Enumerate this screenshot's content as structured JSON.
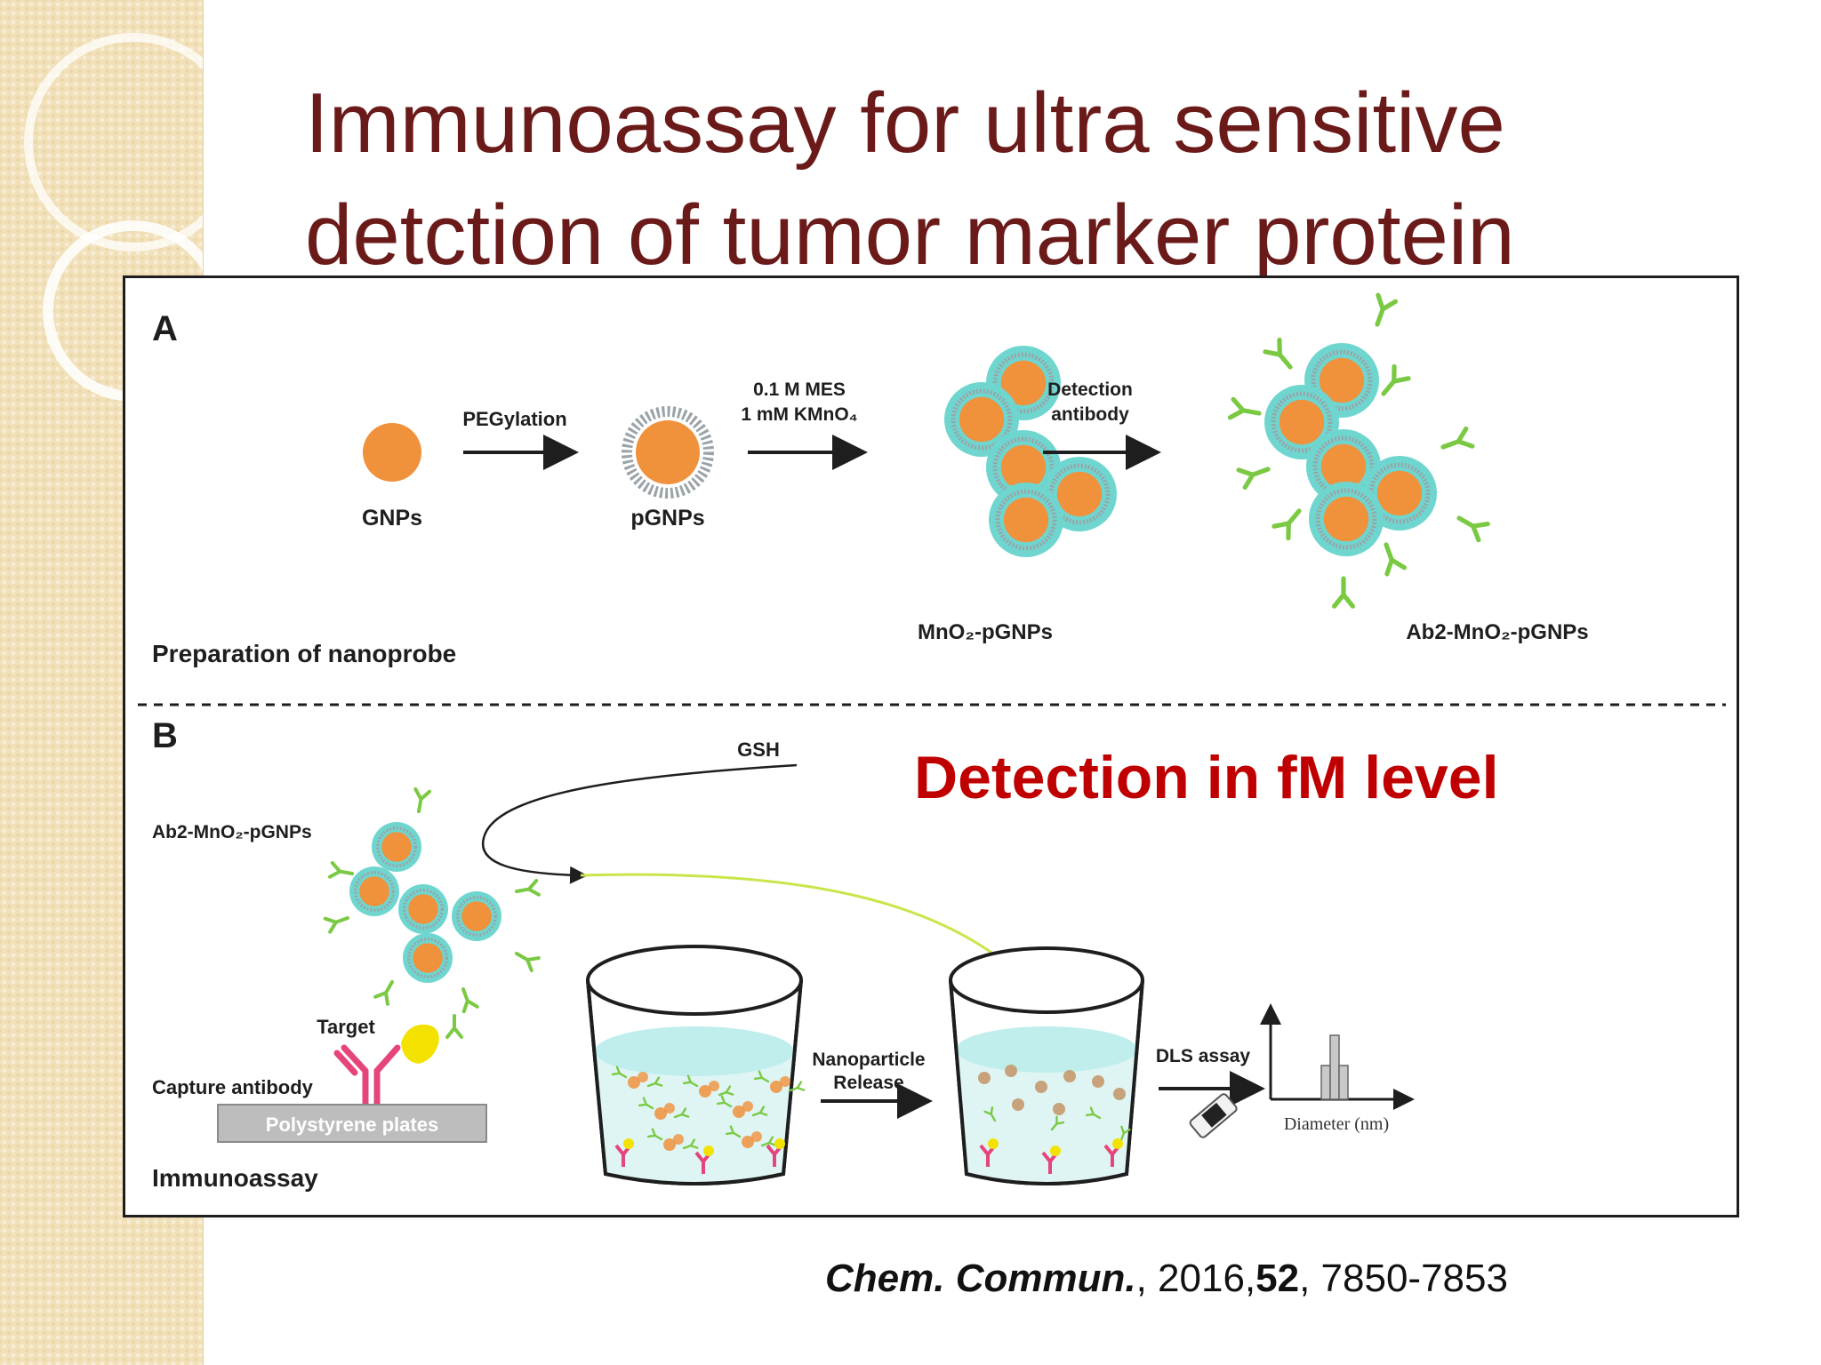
{
  "slide": {
    "title_line1": "Immunoassay  for ultra sensitive",
    "title_line2": "detction of tumor marker protein",
    "highlight": "Detection in fM level",
    "citation": {
      "journal": "Chem. Commun.",
      "year_sep": ", 2016,",
      "volume": "52",
      "pages_sep": ", 7850-7853"
    }
  },
  "panel_a": {
    "label": "A",
    "section_title": "Preparation of nanoprobe",
    "gnps": "GNPs",
    "pegylation": "PEGylation",
    "pgnps": "pGNPs",
    "condition1": "0.1 M MES",
    "condition2": "1 mM KMnO₄",
    "mno2_pgnps": "MnO₂-pGNPs",
    "detection_line1": "Detection",
    "detection_line2": "antibody",
    "ab2_mno2_pgnps": "Ab2-MnO₂-pGNPs"
  },
  "panel_b": {
    "label": "B",
    "section_title": "Immunoassay",
    "ab2_mno2_pgnps": "Ab2-MnO₂-pGNPs",
    "gsh": "GSH",
    "target": "Target",
    "capture_antibody": "Capture antibody",
    "plate": "Polystyrene plates",
    "release_line1": "Nanoparticle",
    "release_line2": "Release",
    "dls": "DLS assay",
    "x_axis": "Diameter (nm)"
  },
  "colors": {
    "title": "#6b1a1a",
    "highlight": "#c00000",
    "gold": "#f0913c",
    "shell": "#6fd6cf",
    "antibody": "#7ac943",
    "capture": "#e5457a",
    "target": "#f3e200"
  }
}
